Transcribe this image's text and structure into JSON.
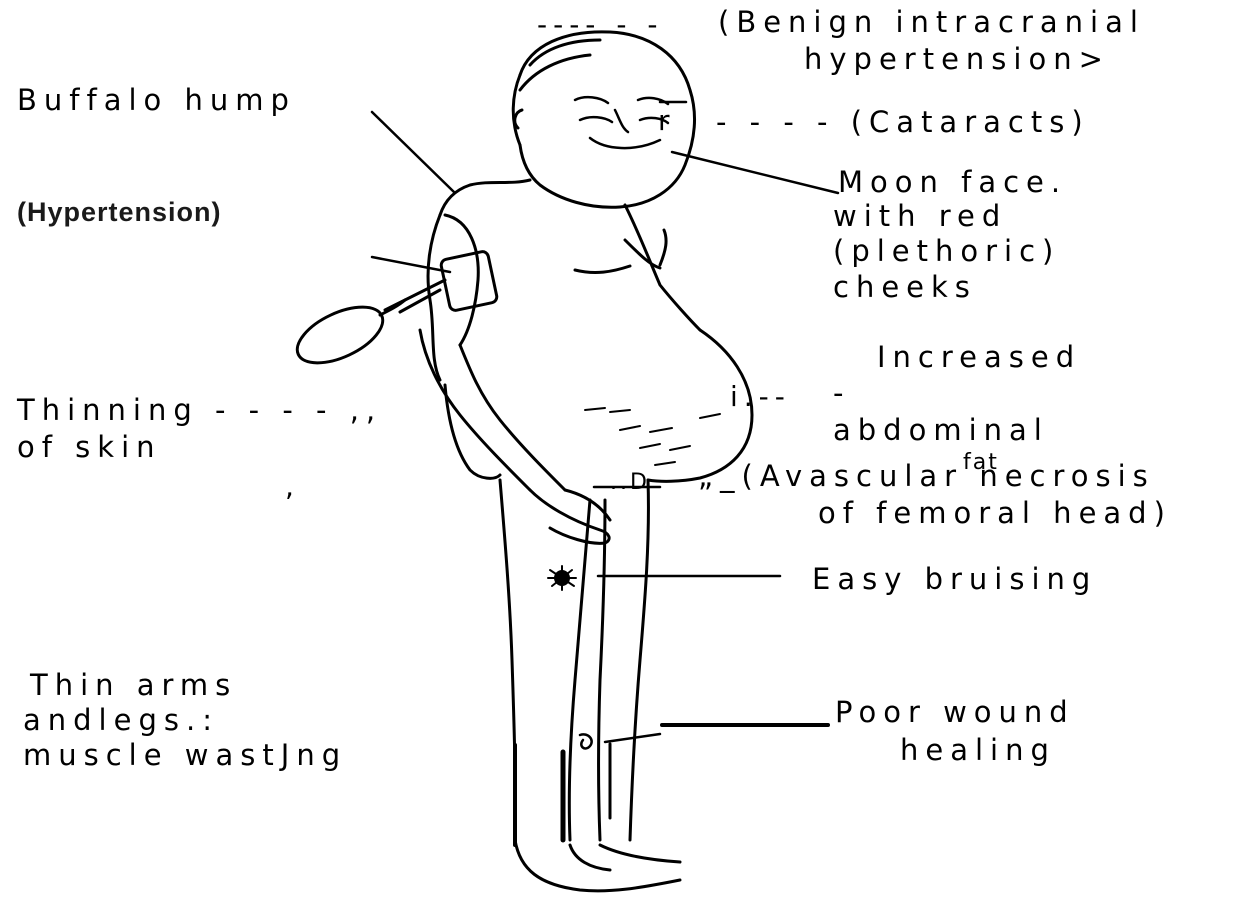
{
  "labels": {
    "benign_intracranial": "(Benign intracranial",
    "benign_intracranial_2": "hypertension>",
    "benign_leader": "---- - -",
    "buffalo_hump": "Buffalo hump",
    "cataracts": "- - - - (Cataracts)",
    "cataracts_mark": "r",
    "moon_face": [
      "Moon face.",
      "with red",
      "(plethoric)",
      "cheeks"
    ],
    "hypertension": "(Hypertension)",
    "increased_abdominal_fat": [
      "Increased",
      "-",
      "abdominal",
      "fat"
    ],
    "abdominal_leader": "i.--",
    "thinning_of_skin": [
      "Thinning - - - - ,,",
      "of skin"
    ],
    "thinning_tick": ",",
    "avascular_necrosis": [
      "„_(Avascular necrosis",
      "of femoral head)"
    ],
    "avascular_leader": "..D",
    "easy_bruising": "Easy bruising",
    "thin_arms_legs": [
      "Thin arms",
      "andlegs.:",
      "muscle wastJng"
    ],
    "poor_wound_healing": [
      "Poor wound",
      "healing"
    ]
  }
}
